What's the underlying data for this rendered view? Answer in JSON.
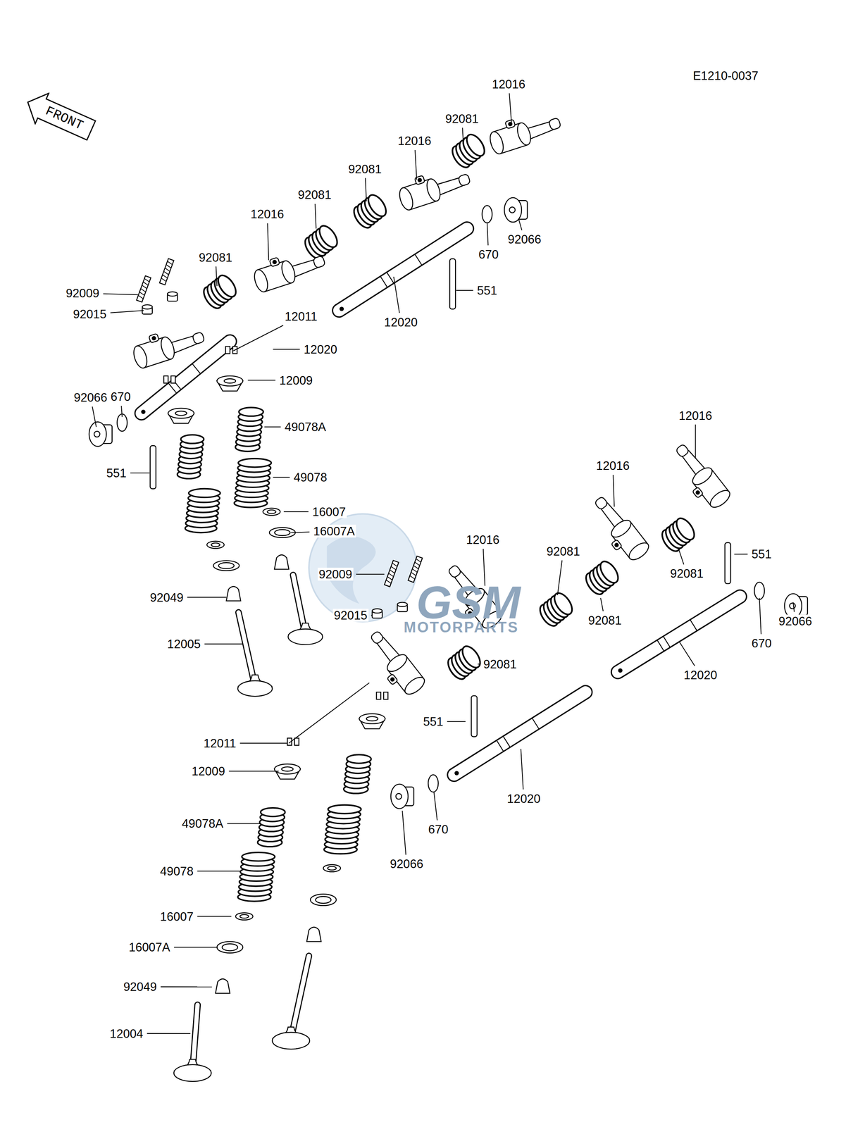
{
  "diagram": {
    "nodes": [
      {
        "text": [
          "FRONT"
        ]
      }
    ],
    "labels": [
      "E1210-0037",
      "12016",
      "92081",
      "12016",
      "92081",
      "92081",
      "12016",
      "92081",
      "92066",
      "670",
      "551",
      "12020",
      "92009",
      "92015",
      "12011",
      "12020",
      "670",
      "92066",
      "12009",
      "49078A",
      "49078",
      "551",
      "16007",
      "16007A",
      "92009",
      "12016",
      "12016",
      "12016",
      "92081",
      "551",
      "92081",
      "92049",
      "92015",
      "92081",
      "92066",
      "670",
      "12005",
      "92081",
      "12020",
      "551",
      "12011",
      "12009",
      "12020",
      "49078A",
      "670",
      "49078",
      "92066",
      "16007",
      "16007A",
      "92049",
      "12004",
      "GSM",
      "MOTORPARTS"
    ]
  }
}
